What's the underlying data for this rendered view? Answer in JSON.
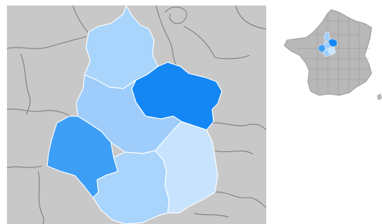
{
  "map": {
    "background_color": "#c8c8c8",
    "highlight_shades": {
      "darkest": "#1487f5",
      "dark": "#3d9ef5",
      "medium": "#9fcdfb",
      "light": "#a9d4fc",
      "lightest": "#c7e3fd"
    },
    "departments": [
      {
        "id": "north",
        "shade": "light"
      },
      {
        "id": "east",
        "shade": "darkest"
      },
      {
        "id": "center",
        "shade": "medium"
      },
      {
        "id": "west",
        "shade": "dark"
      },
      {
        "id": "south-center",
        "shade": "light"
      },
      {
        "id": "southeast",
        "shade": "lightest"
      }
    ]
  },
  "inset": {
    "country_color": "#b8b8b8",
    "highlight_shades": [
      "#1487f5",
      "#3d9ef5",
      "#9fcdfb",
      "#c7e3fd"
    ]
  }
}
